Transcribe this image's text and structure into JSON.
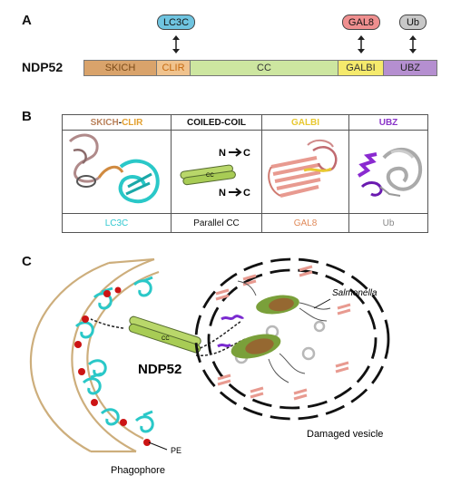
{
  "panels": {
    "a": "A",
    "b": "B",
    "c": "C"
  },
  "panel_a": {
    "protein": "NDP52",
    "domains": [
      {
        "label": "SKICH",
        "color": "#d9a36b",
        "text_color": "#7a4a18"
      },
      {
        "label": "CLIR",
        "color": "#f0c38e",
        "text_color": "#c56a10"
      },
      {
        "label": "CC",
        "color": "#cde6a0",
        "text_color": "#333333"
      },
      {
        "label": "GALBI",
        "color": "#f5ea6c",
        "text_color": "#333333"
      },
      {
        "label": "UBZ",
        "color": "#b58fd0",
        "text_color": "#222222"
      }
    ],
    "partners": [
      {
        "label": "LC3C",
        "color": "#6fc4e0"
      },
      {
        "label": "GAL8",
        "color": "#ef8f8f"
      },
      {
        "label": "Ub",
        "color": "#c8c8c8"
      }
    ]
  },
  "panel_b": {
    "headers": {
      "skich": "SKICH",
      "dash": "-",
      "clir": "CLIR",
      "coiled": "COILED-COIL",
      "galbi": "GALBI",
      "ubz": "UBZ"
    },
    "header_colors": {
      "skich": "#b9815b",
      "clir": "#e3a030",
      "galbi": "#e8c830",
      "ubz": "#8a35c8"
    },
    "footers": {
      "lc3c": "LC3C",
      "cc": "Parallel CC",
      "gal8": "GAL8",
      "ub": "Ub"
    },
    "footer_colors": {
      "lc3c": "#30c8d0",
      "gal8": "#e08a5a",
      "ub": "#888888"
    },
    "cc_label": "CC",
    "orientation": [
      {
        "n": "N",
        "c": "C"
      },
      {
        "n": "N",
        "c": "C"
      }
    ]
  },
  "panel_c": {
    "salmonella": "Salmonella",
    "ndp52": "NDP52",
    "cc": "CC",
    "pe": "PE",
    "phagophore": "Phagophore",
    "vesicle": "Damaged vesicle"
  }
}
